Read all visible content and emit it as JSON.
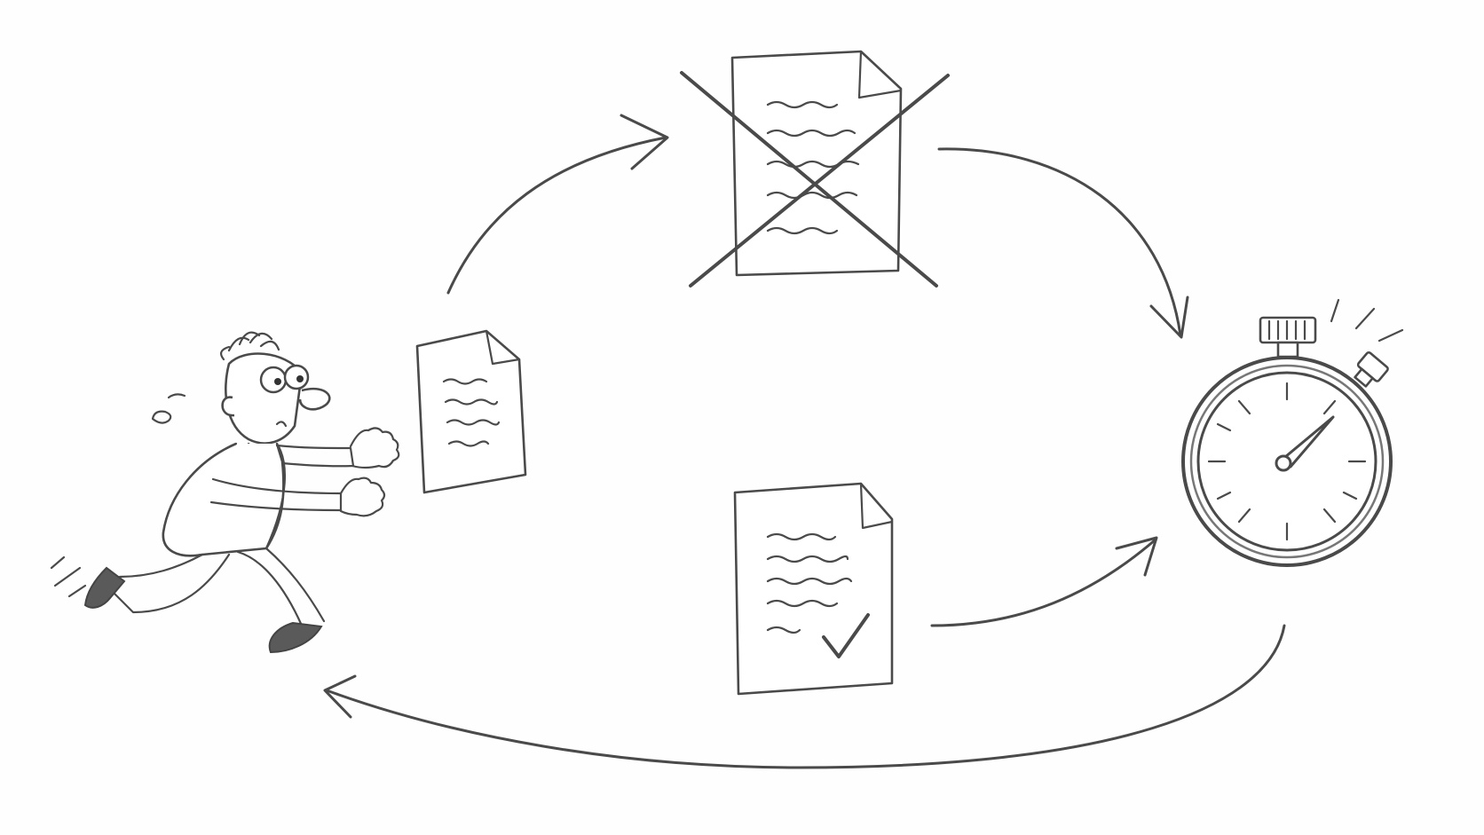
{
  "colors": {
    "background": "#fefefe",
    "pencil": "#4a4a4a"
  },
  "icons": {
    "person": "running-man-icon",
    "held_document": "document-icon",
    "rejected_document": "crossed-out-document-icon",
    "approved_document": "checked-document-icon",
    "timer": "stopwatch-icon"
  },
  "nodes": [
    {
      "id": "person",
      "label": ""
    },
    {
      "id": "held_document",
      "label": ""
    },
    {
      "id": "rejected_document",
      "label": ""
    },
    {
      "id": "timer",
      "label": ""
    },
    {
      "id": "approved_document",
      "label": ""
    }
  ],
  "edges": [
    {
      "from": "held_document",
      "to": "rejected_document"
    },
    {
      "from": "rejected_document",
      "to": "timer"
    },
    {
      "from": "approved_document",
      "to": "timer"
    },
    {
      "from": "timer",
      "to": "person"
    }
  ]
}
